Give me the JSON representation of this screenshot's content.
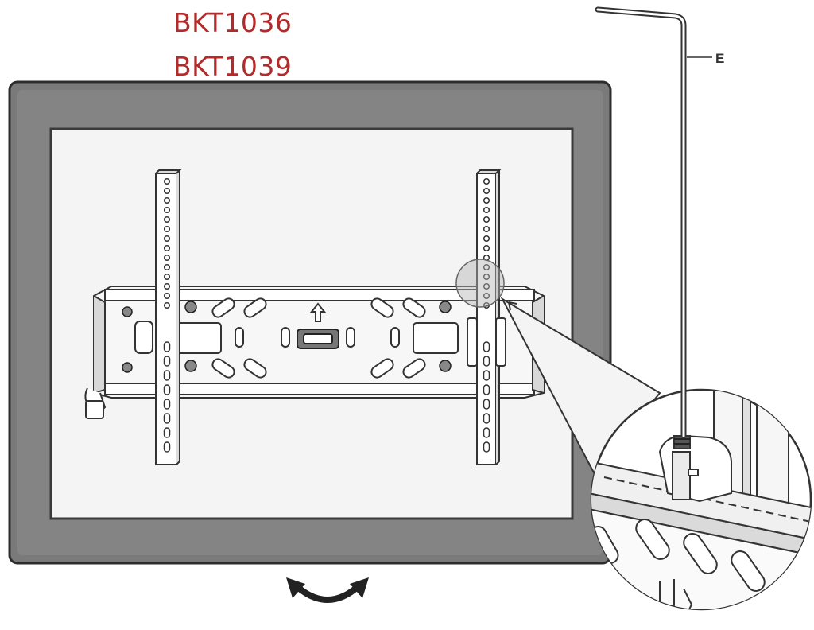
{
  "models": [
    "BKT1036",
    "BKT1039"
  ],
  "part_label": "E",
  "colors": {
    "model_text": "#b22a2a",
    "tv_frame": "#7a7a7a",
    "tv_screen": "#f3f3f3",
    "line": "#333333"
  },
  "icons": [
    "allen-key-icon",
    "rotate-arrow-icon",
    "up-arrow-icon"
  ]
}
